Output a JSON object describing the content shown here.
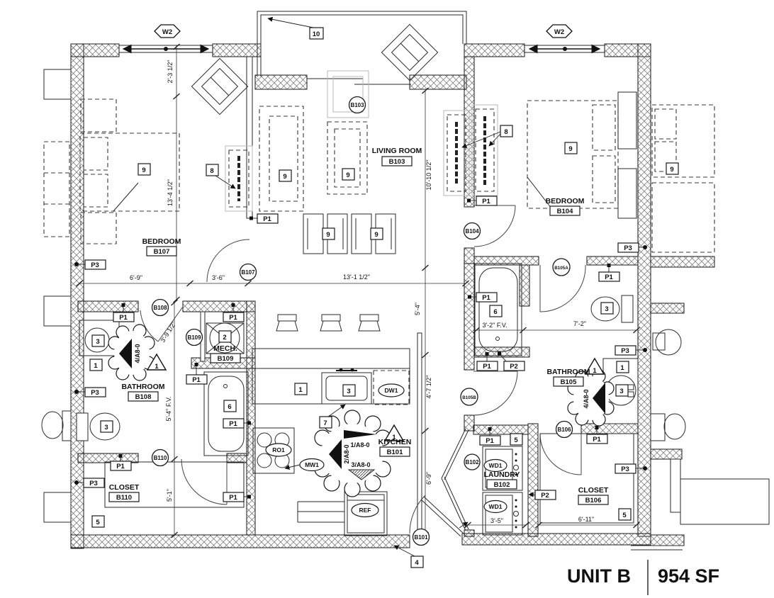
{
  "title": {
    "unit": "UNIT B",
    "area": "954 SF"
  },
  "rooms": {
    "b107": {
      "name": "BEDROOM",
      "num": "B107"
    },
    "b103": {
      "name": "LIVING ROOM",
      "num": "B103"
    },
    "b104": {
      "name": "BEDROOM",
      "num": "B104"
    },
    "b108": {
      "name": "BATHROOM",
      "num": "B108"
    },
    "b109": {
      "name": "MECH.",
      "num": "B109"
    },
    "b101": {
      "name": "KITCHEN",
      "num": "B101"
    },
    "b102": {
      "name": "LAUNDRY",
      "num": "B102"
    },
    "b110": {
      "name": "CLOSET",
      "num": "B110"
    },
    "b105": {
      "name": "BATHROOM",
      "num": "B105"
    },
    "b106": {
      "name": "CLOSET",
      "num": "B106"
    }
  },
  "doors": {
    "b101": "B101",
    "b102": "B102",
    "b103": "B103",
    "b104": "B104",
    "b105a": "B105A",
    "b105b": "B105B",
    "b106": "B106",
    "b107": "B107",
    "b108": "B108",
    "b109": "B109",
    "b110": "B110"
  },
  "keynotes": {
    "k1": "1",
    "k2": "2",
    "k3": "3",
    "k4": "4",
    "k5": "5",
    "k6": "6",
    "k7": "7",
    "k8": "8",
    "k9": "9",
    "k10": "10"
  },
  "wall_tags": {
    "p1": "P1",
    "p2": "P2",
    "p3": "P3"
  },
  "window_tag": "W2",
  "appliances": {
    "dw": "DW1",
    "ro": "RO1",
    "mw": "MW1",
    "wd": "WD1",
    "ref": "REF"
  },
  "revisions": {
    "r1": "1/A8-0",
    "r2": "2/A8-0",
    "r3": "3/A8-0",
    "r4": "4/A8-0"
  },
  "delta": "1",
  "dimensions": {
    "d1": "2'-3 1/2\"",
    "d2": "13'-4 1/2\"",
    "d3": "6'-9\"",
    "d4": "3'-6\"",
    "d5": "13'-1 1/2\"",
    "d6": "10'-10 1/2\"",
    "d7": "5'-4\"",
    "d8": "3'-2\" F.V.",
    "d9": "7'-2\"",
    "d10": "4'-7 1/2\"",
    "d11": "6'-9\"",
    "d12": "3'-9 1/2\"",
    "d13": "5'-4\" F.V.",
    "d14": "5'-1\"",
    "d15": "3'-5\"",
    "d16": "6'-11\""
  }
}
